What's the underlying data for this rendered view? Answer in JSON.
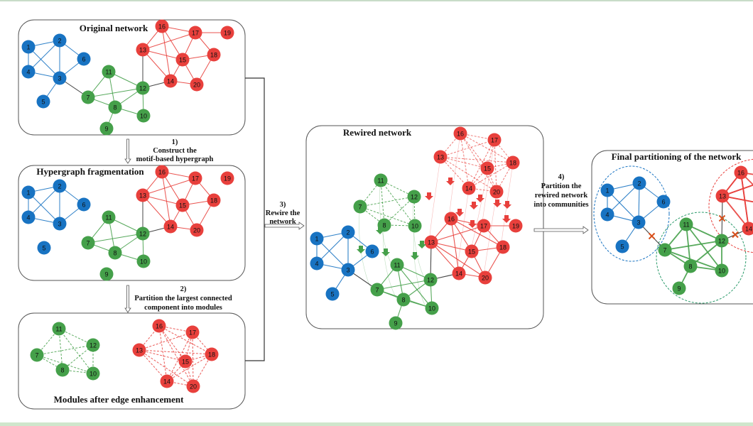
{
  "colors": {
    "blue": "#1873c2",
    "green": "#45a04a",
    "red": "#e8403c",
    "bridge": "#333333",
    "cut": "#d8501c"
  },
  "panels": {
    "original": {
      "title": "Original network"
    },
    "hypergraph": {
      "title": "Hypergraph fragmentation"
    },
    "modules": {
      "title": "Modules after edge enhancement"
    },
    "rewired": {
      "title": "Rewired network"
    },
    "final": {
      "title": "Final partitioning of the network"
    }
  },
  "steps": [
    {
      "num": "1)",
      "lines": [
        "Construct the",
        "motif-based hypergraph"
      ]
    },
    {
      "num": "2)",
      "lines": [
        "Partition the largest connected",
        "component into modules"
      ]
    },
    {
      "num": "3)",
      "lines": [
        "Rewire the",
        "network"
      ]
    },
    {
      "num": "4)",
      "lines": [
        "Partition the",
        "rewired network",
        "into communities"
      ]
    }
  ],
  "graph": {
    "communities": {
      "blue": [
        "1",
        "2",
        "3",
        "4",
        "5",
        "6"
      ],
      "green": [
        "7",
        "8",
        "9",
        "10",
        "11",
        "12"
      ],
      "red": [
        "13",
        "14",
        "15",
        "16",
        "17",
        "18",
        "19",
        "20"
      ]
    },
    "original_edges": [
      [
        "1",
        "2"
      ],
      [
        "1",
        "4"
      ],
      [
        "1",
        "3"
      ],
      [
        "2",
        "4"
      ],
      [
        "2",
        "3"
      ],
      [
        "2",
        "6"
      ],
      [
        "4",
        "3"
      ],
      [
        "3",
        "6"
      ],
      [
        "3",
        "5"
      ],
      [
        "3",
        "7"
      ],
      [
        "12",
        "13"
      ],
      [
        "12",
        "14"
      ],
      [
        "11",
        "7"
      ],
      [
        "11",
        "8"
      ],
      [
        "11",
        "12"
      ],
      [
        "7",
        "12"
      ],
      [
        "7",
        "8"
      ],
      [
        "8",
        "12"
      ],
      [
        "8",
        "10"
      ],
      [
        "12",
        "10"
      ],
      [
        "8",
        "9"
      ],
      [
        "16",
        "13"
      ],
      [
        "16",
        "17"
      ],
      [
        "16",
        "15"
      ],
      [
        "16",
        "14"
      ],
      [
        "13",
        "17"
      ],
      [
        "13",
        "15"
      ],
      [
        "13",
        "14"
      ],
      [
        "17",
        "15"
      ],
      [
        "17",
        "18"
      ],
      [
        "17",
        "19"
      ],
      [
        "15",
        "18"
      ],
      [
        "15",
        "14"
      ],
      [
        "15",
        "20"
      ],
      [
        "14",
        "20"
      ],
      [
        "18",
        "20"
      ]
    ],
    "hypergraph_removed_edges": [
      [
        "3",
        "5"
      ],
      [
        "3",
        "7"
      ],
      [
        "8",
        "9"
      ],
      [
        "17",
        "19"
      ]
    ],
    "module_green": [
      "7",
      "8",
      "10",
      "11",
      "12"
    ],
    "module_red": [
      "13",
      "14",
      "15",
      "16",
      "17",
      "18",
      "20"
    ],
    "cut_edges": [
      [
        "3",
        "7"
      ],
      [
        "12",
        "13"
      ],
      [
        "12",
        "14"
      ]
    ]
  }
}
